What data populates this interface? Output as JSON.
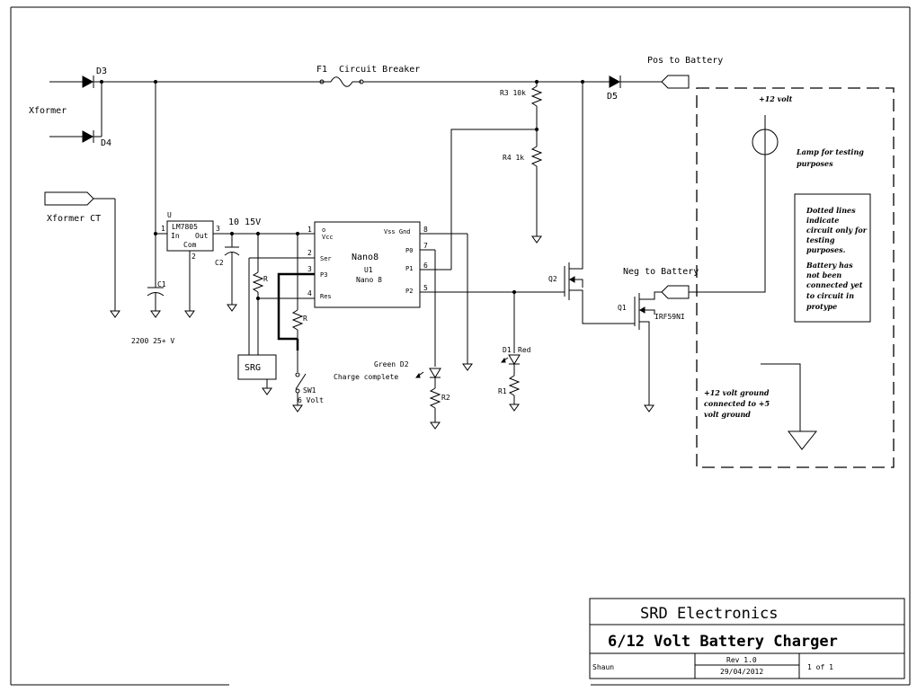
{
  "transformer": {
    "label": "Xformer",
    "ct_label": "Xformer CT"
  },
  "diodes": {
    "d3": "D3",
    "d4": "D4",
    "d5": "D5"
  },
  "fuse": {
    "ref": "F1",
    "desc": "Circuit Breaker"
  },
  "outputs": {
    "pos": "Pos to Battery",
    "neg": "Neg to Battery"
  },
  "resistors": {
    "r3": "R3 10k",
    "r4": "R4 1k",
    "r_generic": "R",
    "r1": "R1",
    "r2": "R2"
  },
  "regulator": {
    "ref": "U",
    "part": "LM7805",
    "pin_in": "In",
    "pin_out": "Out",
    "pin_com": "Com",
    "pin1": "1",
    "pin2": "2",
    "pin3": "3"
  },
  "rail_label": "10 15V",
  "capacitors": {
    "c1": "C1",
    "c1_value": "2200 25+ V",
    "c2": "C2"
  },
  "mcu": {
    "name": "Nano8",
    "ref": "U1",
    "model": "Nano 8",
    "pins_left": [
      {
        "num": "1",
        "name": "Vcc",
        "mark": "o"
      },
      {
        "num": "2",
        "name": "Ser"
      },
      {
        "num": "3",
        "name": "P3"
      },
      {
        "num": "4",
        "name": "Res"
      }
    ],
    "pins_right": [
      {
        "num": "8",
        "name": "Vss Gnd"
      },
      {
        "num": "7",
        "name": "P0"
      },
      {
        "num": "6",
        "name": "P1"
      },
      {
        "num": "5",
        "name": "P2"
      }
    ]
  },
  "srg": "SRG",
  "switch": {
    "ref": "SW1",
    "label": "6 Volt"
  },
  "leds": {
    "green_ref": "Green D2",
    "green_label": "Charge complete",
    "red_ref": "D1",
    "red_label": "Red"
  },
  "transistors": {
    "q2": "Q2",
    "q1": "Q1",
    "q1_part": "IRF59NI"
  },
  "test_area": {
    "plus12": "+12 volt",
    "lamp_note": [
      "Lamp for testing",
      "purposes"
    ],
    "dotted_note": [
      "Dotted lines",
      "indicate",
      "circuit only for",
      "testing",
      "purposes.",
      "Battery has",
      "not been",
      "connected yet",
      "to circuit in",
      "protype"
    ],
    "ground_note": [
      "+12 volt ground",
      "connected to +5",
      "volt ground"
    ]
  },
  "title_block": {
    "company": "SRD Electronics",
    "title": "6/12 Volt Battery Charger",
    "author": "Shaun",
    "rev": "Rev 1.0",
    "date": "29/04/2012",
    "sheet": "1 of 1"
  }
}
